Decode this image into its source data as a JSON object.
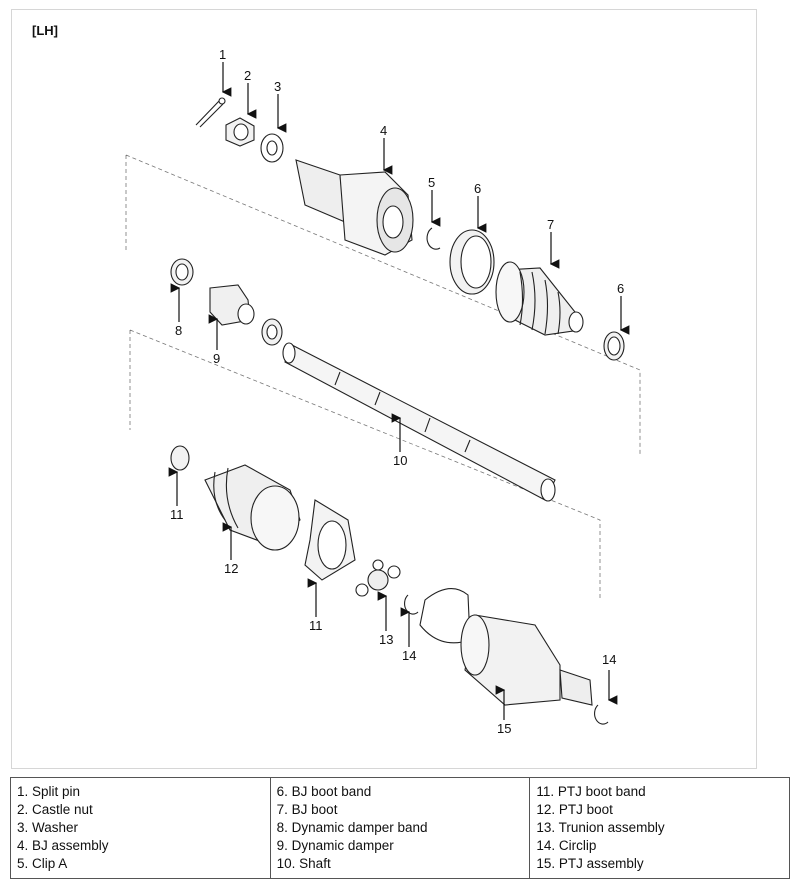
{
  "view_tag": "[LH]",
  "callouts": [
    "1",
    "2",
    "3",
    "4",
    "5",
    "6",
    "7",
    "6",
    "8",
    "9",
    "10",
    "11",
    "12",
    "11",
    "13",
    "14",
    "14",
    "15"
  ],
  "legend": [
    [
      "1. Split pin",
      "2. Castle nut",
      "3. Washer",
      "4. BJ assembly",
      "5. Clip A"
    ],
    [
      "6. BJ boot band",
      "7. BJ boot",
      "8. Dynamic damper band",
      "9. Dynamic damper",
      "10. Shaft"
    ],
    [
      "11. PTJ boot band",
      "12. PTJ boot",
      "13. Trunion assembly",
      "14. Circlip",
      "15. PTJ assembly"
    ]
  ]
}
